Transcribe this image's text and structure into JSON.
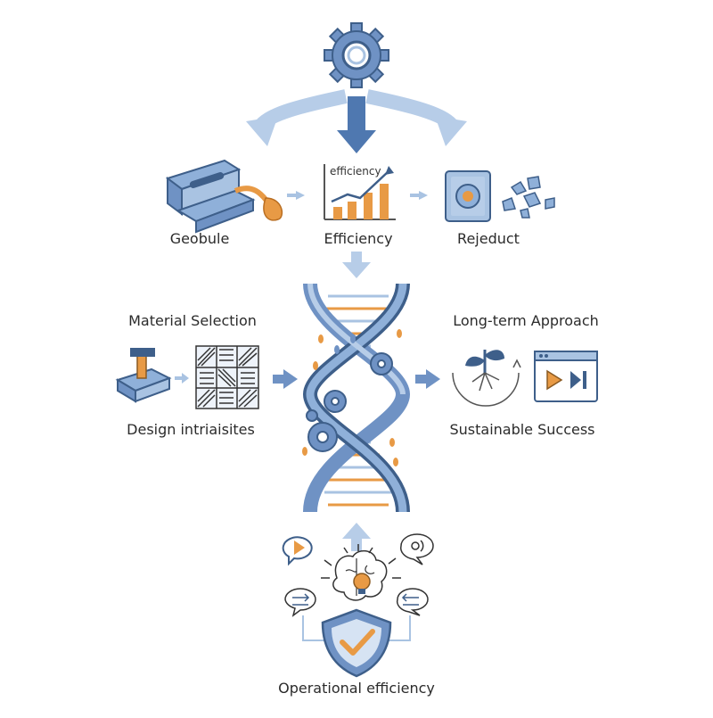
{
  "labels": {
    "geobule": "Geobule",
    "efficiency": "Efficiency",
    "chart_caption": "efficiency",
    "rejeduct": "Rejeduct",
    "material_selection": "Material Selection",
    "design_intriaisites": "Design intriaisites",
    "long_term_approach": "Long-term Approach",
    "sustainable_success": "Sustainable Success",
    "operational_efficiency": "Operational efficiency"
  },
  "colors": {
    "blue_dark": "#3e5f8a",
    "blue_mid": "#6f92c4",
    "blue_light": "#a9c3e2",
    "blue_pale": "#d6e3f3",
    "orange": "#e89a45",
    "gray_line": "#b5b5b5"
  },
  "icons": [
    "gear-icon",
    "link-part-icon",
    "growth-chart-icon",
    "reject-block-icon",
    "debris-icon",
    "dna-helix-icon",
    "press-machine-icon",
    "pattern-grid-icon",
    "sprout-icon",
    "media-player-icon",
    "brain-bulb-icon",
    "shield-check-icon",
    "speech-bubble-icon"
  ]
}
